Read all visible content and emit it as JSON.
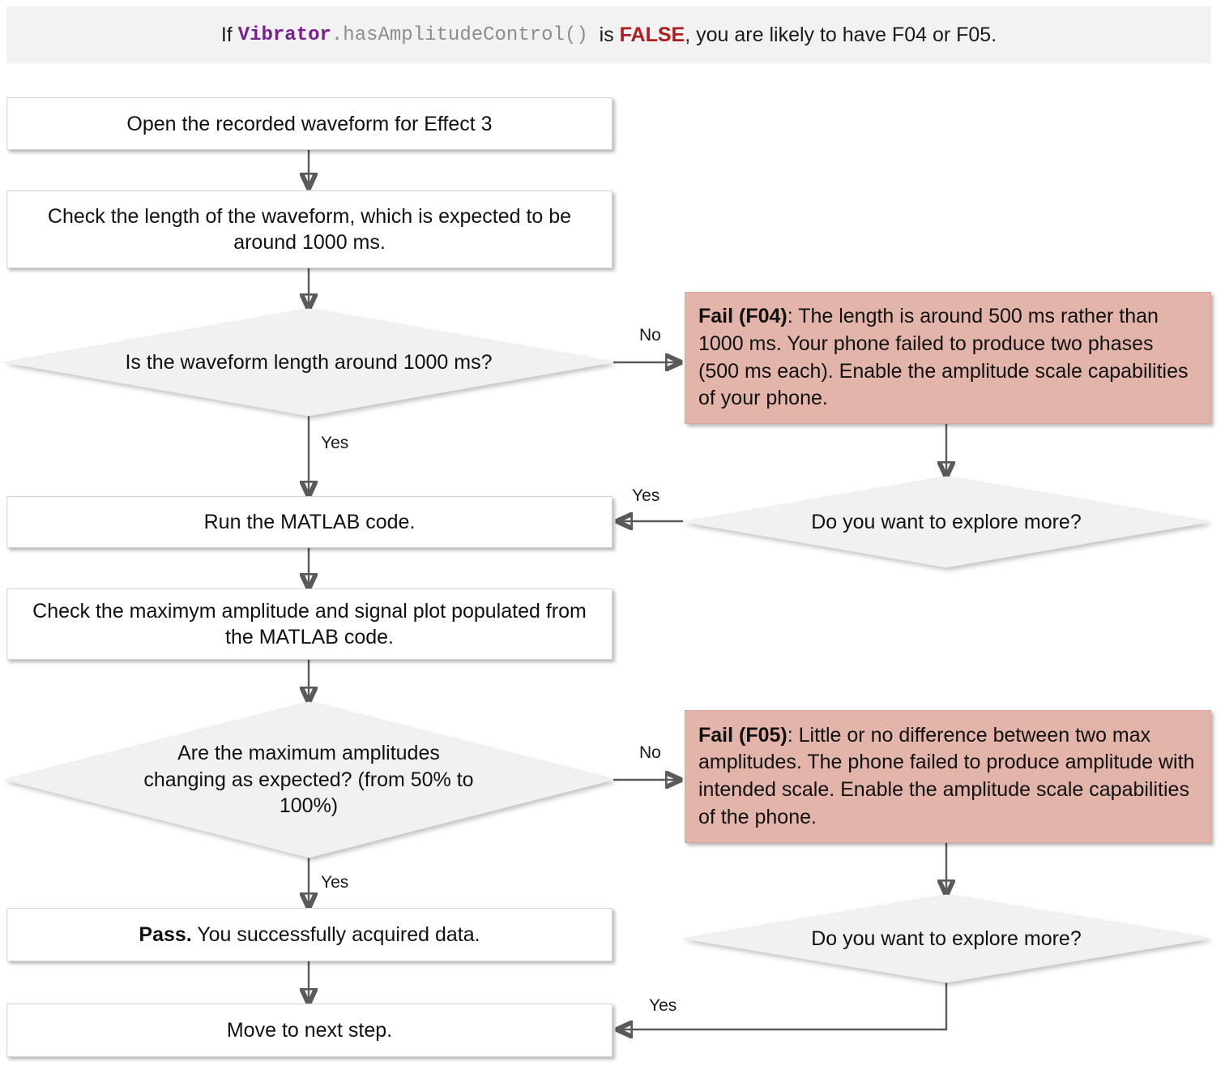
{
  "banner": {
    "prefix": "If ",
    "class_name": "Vibrator",
    "method": ".hasAmplitudeControl()",
    "middle": "  is ",
    "false_word": "FALSE",
    "suffix": ", you are likely to have F04 or F05."
  },
  "colors": {
    "banner_bg": "#f2f2f2",
    "process_bg": "#ffffff",
    "decision_bg": "#f1f1f1",
    "fail_bg": "#e2b4aa",
    "class_purple": "#7a1f8f",
    "method_gray": "#8d8d8d",
    "false_red": "#ad1f1f",
    "edge_gray": "#5a5a5a"
  },
  "nodes": {
    "open_waveform": "Open the recorded waveform for Effect 3",
    "check_length": "Check the length of the waveform, which is expected to be around 1000 ms.",
    "decide_length": "Is the waveform length around 1000 ms?",
    "fail_f04_label": "Fail (F04)",
    "fail_f04_text": ": The length is around 500 ms rather than 1000 ms. Your phone failed to produce two phases (500 ms each). Enable the amplitude scale capabilities of your phone.",
    "explore_more_top": "Do you want to explore more?",
    "run_matlab": "Run the MATLAB code.",
    "check_amplitude": "Check the maximym amplitude and signal plot populated from the MATLAB code.",
    "decide_amplitude": "Are the maximum amplitudes changing as expected? (from 50% to 100%)",
    "fail_f05_label": "Fail (F05)",
    "fail_f05_text": ": Little or no difference between two max amplitudes. The phone failed to produce amplitude with intended scale. Enable the amplitude scale capabilities of the phone.",
    "explore_more_bottom": "Do you want to explore more?",
    "pass_label": "Pass.",
    "pass_text": " You successfully acquired data.",
    "move_next": "Move to next step."
  },
  "edge_labels": {
    "no_length": "No",
    "yes_length": "Yes",
    "yes_explore_top": "Yes",
    "no_amplitude": "No",
    "yes_amplitude": "Yes",
    "yes_explore_bottom": "Yes"
  },
  "flow": {
    "type": "flowchart",
    "edges": [
      {
        "from": "open_waveform",
        "to": "check_length",
        "label": ""
      },
      {
        "from": "check_length",
        "to": "decide_length",
        "label": ""
      },
      {
        "from": "decide_length",
        "to": "fail_f04",
        "label": "No"
      },
      {
        "from": "decide_length",
        "to": "run_matlab",
        "label": "Yes"
      },
      {
        "from": "fail_f04",
        "to": "explore_more_top",
        "label": ""
      },
      {
        "from": "explore_more_top",
        "to": "run_matlab",
        "label": "Yes"
      },
      {
        "from": "run_matlab",
        "to": "check_amplitude",
        "label": ""
      },
      {
        "from": "check_amplitude",
        "to": "decide_amplitude",
        "label": ""
      },
      {
        "from": "decide_amplitude",
        "to": "fail_f05",
        "label": "No"
      },
      {
        "from": "decide_amplitude",
        "to": "pass",
        "label": "Yes"
      },
      {
        "from": "fail_f05",
        "to": "explore_more_bottom",
        "label": ""
      },
      {
        "from": "explore_more_bottom",
        "to": "move_next",
        "label": "Yes"
      },
      {
        "from": "pass",
        "to": "move_next",
        "label": ""
      }
    ]
  }
}
